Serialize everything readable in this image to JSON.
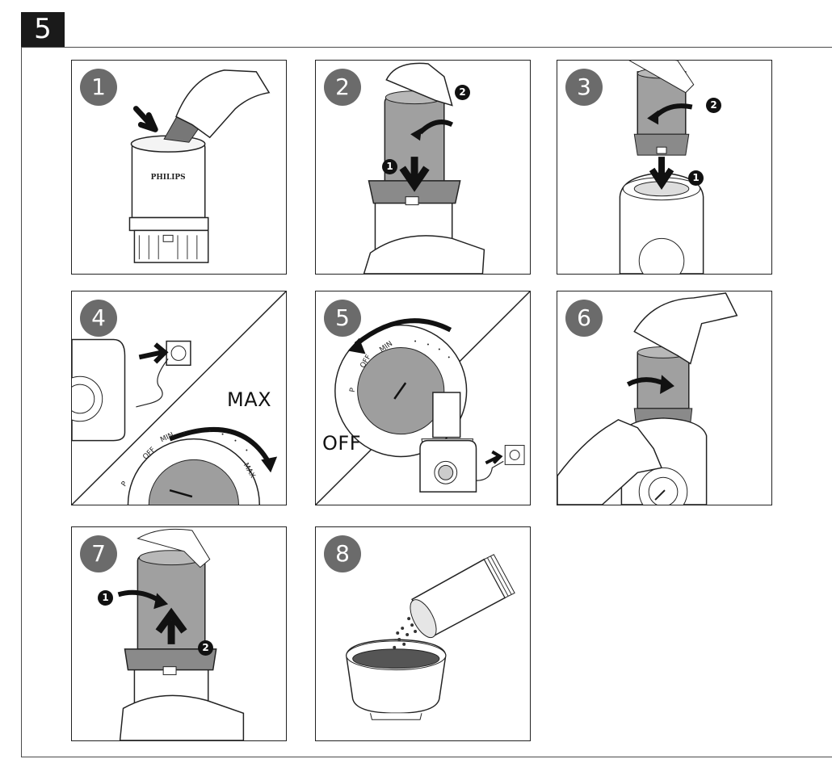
{
  "section": {
    "number": "5"
  },
  "panels": [
    {
      "step": "1",
      "brand": "PHILIPS"
    },
    {
      "step": "2",
      "sub_a": "1",
      "sub_b": "2"
    },
    {
      "step": "3",
      "sub_a": "1",
      "sub_b": "2"
    },
    {
      "step": "4",
      "big_label": "MAX",
      "dial": {
        "pulse": "P",
        "off": "OFF",
        "min": "MIN",
        "max": "MAX"
      }
    },
    {
      "step": "5",
      "big_label": "OFF",
      "dial": {
        "pulse": "P",
        "off": "OFF",
        "min": "MIN"
      }
    },
    {
      "step": "6"
    },
    {
      "step": "7",
      "sub_a": "1",
      "sub_b": "2"
    },
    {
      "step": "8"
    }
  ],
  "colors": {
    "badge": "#1a1a1a",
    "step_badge": "#6b6b6b",
    "jar_grey": "#9a9a9a"
  }
}
